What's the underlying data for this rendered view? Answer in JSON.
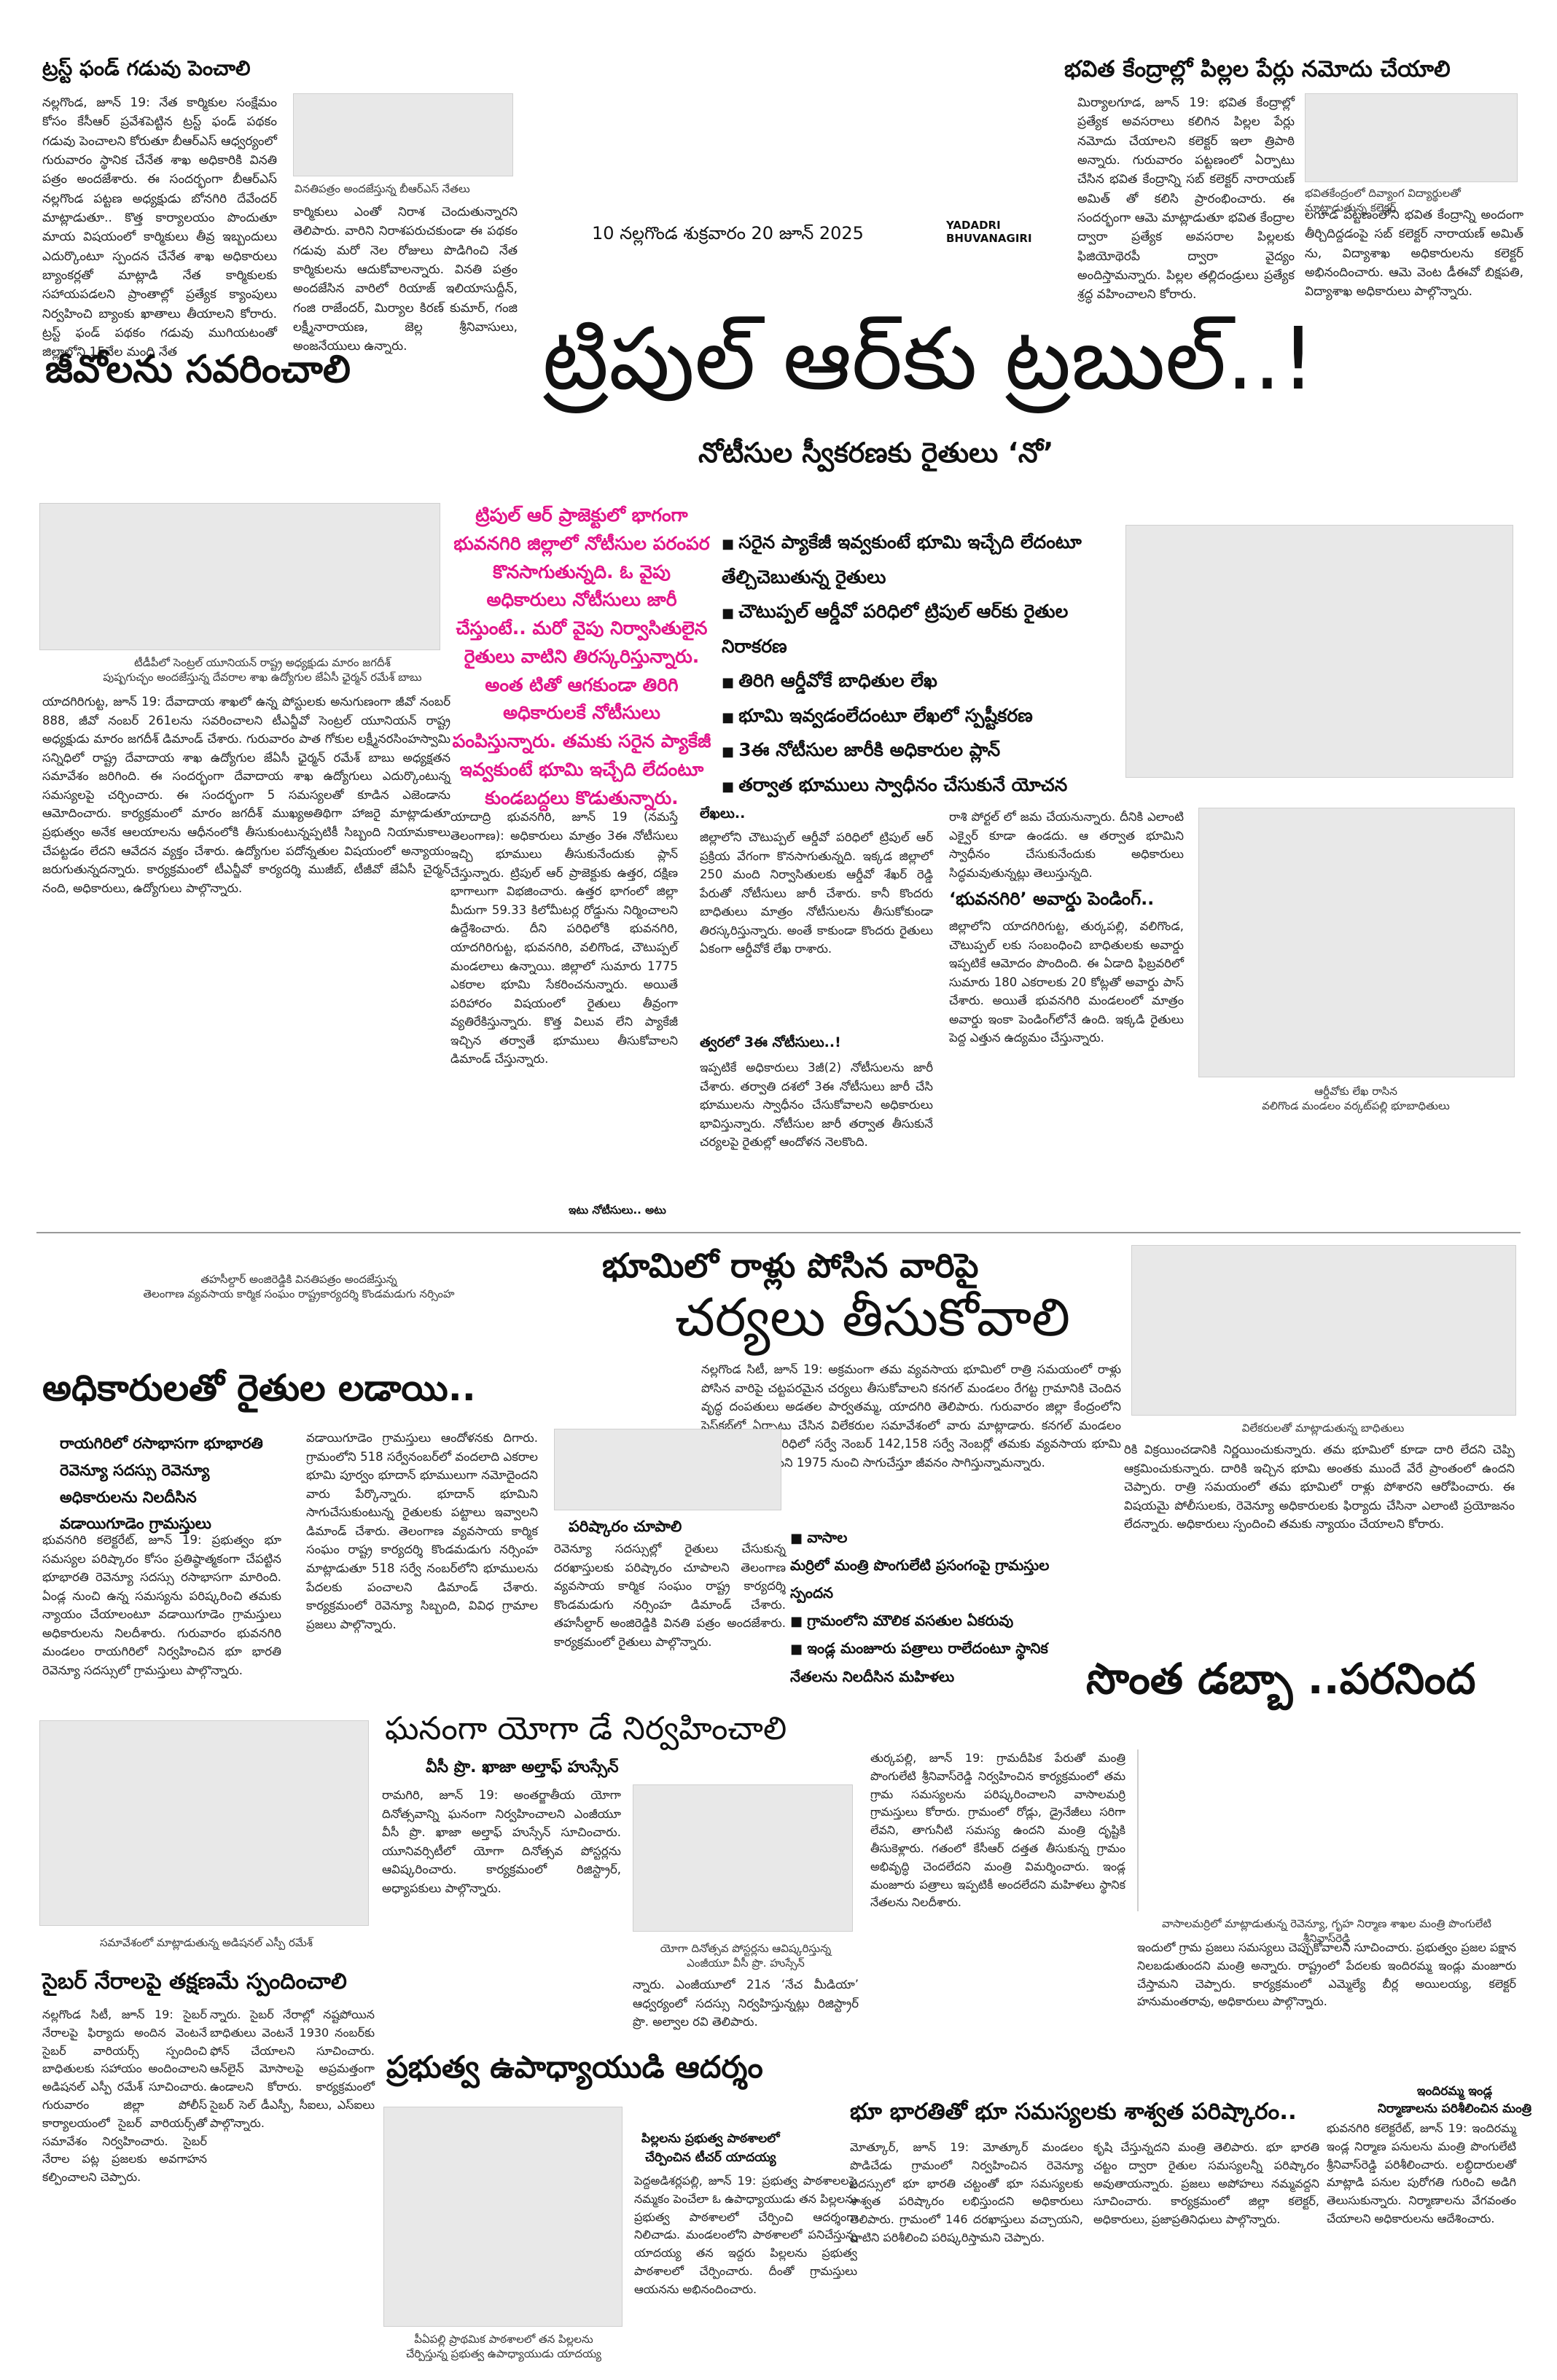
{
  "masthead": {
    "page_no": "10",
    "district": "నల్లగొండ",
    "date": "శుక్రవారం 20 జూన్ 2025",
    "section_line1": "YADADRI",
    "section_line2": "BHUVANAGIRI"
  },
  "story_trust_fund": {
    "headline": "ట్రస్ట్ ఫండ్ గడువు పెంచాలి",
    "text": "నల్లగొండ, జూన్ 19: నేత కార్మికుల సంక్షేమం కోసం కేసీఆర్ ప్రవేశపెట్టిన ట్రస్ట్ ఫండ్ పథకం గడువు పెంచాలని కోరుతూ బీఆర్ఎస్ ఆధ్వర్యంలో గురువారం స్థానిక చేనేత శాఖ అధికారికి వినతి పత్రం అందజేశారు. ఈ సందర్భంగా బీఆర్ఎస్ నల్లగొండ పట్టణ అధ్యక్షుడు బోనగిరి దేవేందర్ మాట్లాడుతూ.. కొత్త కార్యాలయం పొందుతూ మాయ విషయంలో కార్మికులు తీవ్ర ఇబ్బందులు ఎదుర్కొంటూ స్పందన చేనేత శాఖ అధికారులు బ్యాంకర్లతో మాట్లాడి నేత కార్మికులకు సహాయపడలని ప్రాంతాల్లో ప్రత్యేక క్యాంపులు నిర్వహించి బ్యాంకు ఖాతాలు తీయాలని కోరారు. ట్రస్ట్ ఫండ్ పథకం గడువు ముగియటంతో జిల్లాలోని 15వేల మంది నేత",
    "caption": "వినతిపత్రం అందజేస్తున్న బీఆర్ఎస్ నేతలు",
    "text2": "కార్మికులు ఎంతో నిరాశ చెందుతున్నారని తెలిపారు. వారిని నిరాశపరుచకుండా ఈ పథకం గడువు మరో నెల రోజులు పొడిగించి నేత కార్మికులను ఆదుకోవాలన్నారు. వినతి పత్రం అందజేసిన వారిలో రియాజ్ ఇలియాసుద్దీన్, గంజి రాజేందర్, మిర్యాల కిరణ్ కుమార్, గంజి లక్ష్మీనారాయణ, జెల్ల శ్రీనివాసులు, అంజనేయులు ఉన్నారు."
  },
  "story_birth_register": {
    "headline": "భవిత కేంద్రాల్లో పిల్లల పేర్లు నమోదు చేయాలి",
    "text": "మిర్యాలగూడ, జూన్ 19: భవిత కేంద్రాల్లో ప్రత్యేక అవసరాలు కలిగిన పిల్లల పేర్లు నమోదు చేయాలని కలెక్టర్ ఇలా త్రిపాఠి అన్నారు. గురువారం పట్టణంలో ఏర్పాటు చేసిన భవిత కేంద్రాన్ని సబ్ కలెక్టర్ నారాయణ్ అమిత్ తో కలిసి ప్రారంభించారు. ఈ సందర్భంగా ఆమె మాట్లాడుతూ భవిత కేంద్రాల ద్వారా ప్రత్యేక అవసరాల పిల్లలకు ఫిజియోథెరపీ ద్వారా వైద్యం అందిస్తామన్నారు. పిల్లల తల్లిదండ్రులు ప్రత్యేక శ్రద్ధ వహించాలని కోరారు.",
    "caption": "భవితకేంద్రంలో దివ్యాంగ విద్యార్థులతో మాట్లాడుతున్న కలెక్టర్",
    "text2": "లగూడ పట్టణంలోని భవిత కేంద్రాన్ని అందంగా తీర్చిదిద్దడంపై సబ్ కలెక్టర్ నారాయణ్ అమిత్ ను, విద్యాశాఖ అధికారులను కలెక్టర్ అభినందించారు. ఆమె వెంట డీఈవో బిక్షపతి, విద్యాశాఖ అధికారులు పాల్గొన్నారు."
  },
  "lead": {
    "kicker": "జీవోలను సవరించాలి",
    "headline": "ట్రిపుల్ ఆర్‌కు ట్రబుల్..!",
    "subheadline": "నోటీసుల స్వీకరణకు రైతులు ‘నో’",
    "pink_box": "ట్రిపుల్ ఆర్ ప్రాజెక్టులో భాగంగా భువనగిరి జిల్లాలో నోటీసుల పరంపర కొనసాగుతున్నది. ఓ వైపు అధికారులు నోటీసులు జారీ చేస్తుంటే.. మరో వైపు నిర్వాసితులైన రైతులు వాటిని తిరస్కరిస్తున్నారు. అంత టితో ఆగకుండా తిరిగి అధికారులకే నోటీసులు పంపిస్తున్నారు. తమకు సరైన ప్యాకేజీ ఇవ్వకుంటే భూమి ఇచ్చేది లేదంటూ కుండబద్దలు కొడుతున్నారు.",
    "bullets": [
      "సరైన ప్యాకేజీ ఇవ్వకుంటే భూమి ఇచ్చేది లేదంటూ తేల్చిచెబుతున్న రైతులు",
      "చౌటుప్పల్ ఆర్డీవో పరిధిలో ట్రిపుల్ ఆర్‌కు రైతుల నిరాకరణ",
      "తిరిగి ఆర్డీవోకే బాధితుల లేఖ",
      "భూమి ఇవ్వడంలేదంటూ లేఖలో స్పష్టీకరణ",
      "3ఈ నోటీసుల జారీకి అధికారుల ప్లాన్",
      "తర్వాత భూములు స్వాధీనం చేసుకునే యోచన"
    ],
    "col1": "యాదాద్రి భువనగిరి, జూన్ 19 (నమస్తే తెలంగాణ): అధికారులు మాత్రం 3ఈ నోటీసులు ఇచ్చి భూములు తీసుకునేందుకు ప్లాన్ చేస్తున్నారు. ట్రిపుల్ ఆర్ ప్రాజెక్టుకు ఉత్తర, దక్షిణ భాగాలుగా విభజించారు. ఉత్తర భాగంలో జిల్లా మీదుగా 59.33 కిలోమీటర్ల రోడ్డును నిర్మించాలని ఉద్దేశించారు. దీని పరిధిలోకి భువనగిరి, యాదగిరిగుట్ట, భువనగిరి, వలిగొండ, చౌటుప్పల్ మండలాలు ఉన్నాయి. జిల్లాలో సుమారు 1775 ఎకరాల భూమి సేకరించనున్నారు. అయితే పరిహారం విషయంలో రైతులు తీవ్రంగా వ్యతిరేకిస్తున్నారు. కొత్త విలువ లేని ప్యాకేజీ ఇచ్చిన తర్వాతే భూములు తీసుకోవాలని డిమాండ్ చేస్తున్నారు.",
    "col1_tail": "ఇటు నోటీసులు.. అటు",
    "col2_head": "లేఖలు..",
    "col2": "జిల్లాలోని చౌటుప్పల్ ఆర్డీవో పరిధిలో ట్రిపుల్ ఆర్ ప్రక్రియ వేగంగా కొనసాగుతున్నది. ఇక్కడ జిల్లాలో 250 మంది నిర్వాసితులకు ఆర్డీవో శేఖర్ రెడ్డి పేరుతో నోటీసులు జారీ చేశారు. కానీ కొందరు బాధితులు మాత్రం నోటీసులను తీసుకోకుండా తిరస్కరిస్తున్నారు. అంతే కాకుండా కొందరు రైతులు ఏకంగా ఆర్డీవోకే లేఖ రాశారు.",
    "col2_head2": "త్వరలో 3ఈ నోటీసులు..!",
    "col2b": "ఇప్పటికే అధికారులు 3జీ(2) నోటీసులను జారీ చేశారు. తర్వాతి దశలో 3ఈ నోటీసులు జారీ చేసి భూములను స్వాధీనం చేసుకోవాలని అధికారులు భావిస్తున్నారు. నోటీసుల జారీ తర్వాత తీసుకునే చర్యలపై రైతుల్లో ఆందోళన నెలకొంది.",
    "col3": "రాశి పోర్టల్ లో జమ చేయనున్నారు. దీనికి ఎలాంటి ఎక్వైర్ కూడా ఉండదు. ఆ తర్వాత భూమిని స్వాధీనం చేసుకునేందుకు అధికారులు సిద్ధమవుతున్నట్లు తెలుస్తున్నది.",
    "col3_head": "‘భువనగిరి’ అవార్డు పెండింగ్..",
    "col3b": "జిల్లాలోని యాదగిరిగుట్ట, తుర్కపల్లి, వలిగొండ, చౌటుప్పల్ లకు సంబంధించి బాధితులకు అవార్డు ఇప్పటికే ఆమోదం పొందింది. ఈ ఏడాది ఫిబ్రవరిలో సుమారు 180 ఎకరాలకు 20 కోట్లతో అవార్డు పాస్ చేశారు. అయితే భువనగిరి మండలంలో మాత్రం అవార్డు ఇంకా పెండింగ్‌లోనే ఉంది. ఇక్కడి రైతులు పెద్ద ఎత్తున ఉద్యమం చేస్తున్నారు.",
    "photo_caption_l1": "ఆర్డీవోకు లేఖ రాసిన",
    "photo_caption_l2": "వలిగొండ మండలం వర్కట్‌పల్లి భూబాధితులు",
    "left_caption_l1": "టీడీపీలో సెంట్రల్ యూనియన్ రాష్ట్ర అధ్యక్షుడు మారం జగదీశ్",
    "left_caption_l2": "పుష్పగుచ్ఛం అందజేస్తున్న దేవరాల శాఖ ఉద్యోగుల జేఏసీ ఛైర్మన్ రమేశ్ బాబు",
    "left_text": "యాదగిరిగుట్ట, జూన్ 19: దేవాదాయ శాఖలో ఉన్న పోస్టులకు అనుగుణంగా జీవో నంబర్ 888, జీవో నంబర్ 261లను సవరించాలని టీఎన్జీవో సెంట్రల్ యూనియన్ రాష్ట్ర అధ్యక్షుడు మారం జగదీశ్ డిమాండ్ చేశారు. గురువారం పాత గోకుల లక్ష్మీనరసింహస్వామి సన్నిధిలో రాష్ట్ర దేవాదాయ శాఖ ఉద్యోగుల జేఏసీ ఛైర్మన్ రమేశ్ బాబు అధ్యక్షతన సమావేశం జరిగింది. ఈ సందర్భంగా దేవాదాయ శాఖ ఉద్యోగులు ఎదుర్కొంటున్న సమస్యలపై చర్చించారు. ఈ సందర్భంగా 5 సమస్యలతో కూడిన ఎజెండాను ఆమోదించారు. కార్యక్రమంలో మారం జగదీశ్ ముఖ్యఅతిథిగా హాజరై మాట్లాడుతూ ప్రభుత్వం అనేక ఆలయాలను ఆధీనంలోకి తీసుకుంటున్నప్పటికీ సిబ్బంది నియామకాలు చేపట్టడం లేదని ఆవేదన వ్యక్తం చేశారు. ఉద్యోగుల పదోన్నతుల విషయంలో అన్యాయం జరుగుతున్నదన్నారు. కార్యక్రమంలో టీఎన్జీవో కార్యదర్శి ముజీబ్, టీజీవో జేఏసీ చైర్మన్ నంది, అధికారులు, ఉద్యోగులు పాల్గొన్నారు."
  },
  "story_rocks": {
    "headline_l1": "భూమిలో రాళ్లు పోసిన వారిపై",
    "headline_l2": "చర్యలు తీసుకోవాలి",
    "text": "నల్లగొండ సిటీ, జూన్ 19: అక్రమంగా తమ వ్యవసాయ భూమిలో రాత్రి సమయంలో రాళ్లు పోసిన వారిపై చట్టపరమైన చర్యలు తీసుకోవాలని కనగల్ మండలం రేగట్ట గ్రామానికి చెందిన వృద్ధ దంపతులు అడతల పార్వతమ్మ, యాదగిరి తెలిపారు. గురువారం జిల్లా కేంద్రంలోని ప్రెస్‌క్లబ్‌లో ఏర్పాటు చేసిన విలేకరుల సమావేశంలో వారు మాట్లాడారు. కనగల్ మండలం రేగట్ట రెవెన్యూ పరిధిలో సర్వే నెంబర్ 142,158 సర్వే నెంబర్లో తమకు వ్యవసాయ భూమి ఉందని, ఆ భూమిని 1975 నుంచి సాగుచేస్తూ జీవనం సాగిస్తున్నామన్నారు.",
    "caption": "విలేకరులతో మాట్లాడుతున్న బాధితులు",
    "text2": "రికి విక్రయించడానికి నిర్ణయించుకున్నారు. తమ భూమిలో కూడా దారి లేదని చెప్పి ఆక్రమించుకున్నారు. దారికి ఇచ్చిన భూమి అంతకు ముందే వేరే ప్రాంతంలో ఉందని చెప్పారు. రాత్రి సమయంలో తమ భూమిలో రాళ్లు పోశారని ఆరోపించారు. ఈ విషయమై పోలీసులకు, రెవెన్యూ అధికారులకు ఫిర్యాదు చేసినా ఎలాంటి ప్రయోజనం లేదన్నారు. అధికారులు స్పందించి తమకు న్యాయం చేయాలని కోరారు."
  },
  "story_officials": {
    "caption_l1": "తహసీల్దార్ అంజిరెడ్డికి వినతిపత్రం అందజేస్తున్న",
    "caption_l2": "తెలంగాణ వ్యవసాయ కార్మిక సంఘం రాష్ట్రకార్యదర్శి కొండమడుగు నర్సింహ",
    "headline": "అధికారులతో రైతుల లడాయి..",
    "subhead": "రాయగిరిలో రసాభాసగా భూభారతి రెవెన్యూ సదస్సు రెవెన్యూ అధికారులను నిలదీసిన వడాయిగూడెం గ్రామస్తులు",
    "text": "భువనగిరి కలెక్టరేట్, జూన్ 19: ప్రభుత్వం భూ సమస్యల పరిష్కారం కోసం ప్రతిష్ఠాత్మకంగా చేపట్టిన భూభారతి రెవెన్యూ సదస్సు రసాభాసగా మారింది. ఏండ్ల నుంచి ఉన్న సమస్యను పరిష్కరించి తమకు న్యాయం చేయాలంటూ వడాయిగూడెం గ్రామస్తులు అధికారులను నిలదీశారు. గురువారం భువనగిరి మండలం రాయగిరిలో నిర్వహించిన భూ భారతి రెవెన్యూ సదస్సులో గ్రామస్తులు పాల్గొన్నారు.",
    "text2": "వడాయిగూడెం గ్రామస్తులు ఆందోళనకు దిగారు. గ్రామంలోని 518 సర్వేనంబర్‌లో వందలాది ఎకరాల భూమి పూర్వం భూదాన్ భూములుగా నమోదైందని వారు పేర్కొన్నారు. భూదాన్ భూమిని సాగుచేసుకుంటున్న రైతులకు పట్టాలు ఇవ్వాలని డిమాండ్ చేశారు. తెలంగాణ వ్యవసాయ కార్మిక సంఘం రాష్ట్ర కార్యదర్శి కొండమడుగు నర్సింహ మాట్లాడుతూ 518 సర్వే నంబర్‌లోని భూములను పేదలకు పంచాలని డిమాండ్ చేశారు. కార్యక్రమంలో రెవెన్యూ సిబ్బంది, వివిధ గ్రామాల ప్రజలు పాల్గొన్నారు.",
    "sub2": "పరిష్కారం చూపాలి",
    "text3": "రెవెన్యూ సదస్సుల్లో రైతులు చేసుకున్న దరఖాస్తులకు పరిష్కారం చూపాలని తెలంగాణ వ్యవసాయ కార్మిక సంఘం రాష్ట్ర కార్యదర్శి కొండమడుగు నర్సింహ డిమాండ్ చేశారు. తహసీల్దార్ అంజిరెడ్డికి వినతి పత్రం అందజేశారు. కార్యక్రమంలో రైతులు పాల్గొన్నారు."
  },
  "story_minister": {
    "b1": "వాసాల",
    "b1b": "మర్రిలో మంత్రి పొంగులేటి ప్రసంగంపై గ్రామస్తుల స్పందన",
    "b2": "గ్రామంలోని మౌలిక వసతుల ఏకరువు",
    "b3": "ఇండ్ల మంజూరు పత్రాలు రాలేదంటూ స్థానిక నేతలను నిలదీసిన మహిళలు",
    "headline": "సొంత డబ్బా ..పరనింద",
    "text": "తుర్కపల్లి, జూన్ 19: గ్రామదీపిక పేరుతో మంత్రి పొంగులేటి శ్రీనివాస్‌రెడ్డి నిర్వహించిన కార్యక్రమంలో తమ గ్రామ సమస్యలను పరిష్కరించాలని వాసాలమర్రి గ్రామస్తులు కోరారు. గ్రామంలో రోడ్లు, డ్రైనేజీలు సరిగా లేవని, తాగునీటి సమస్య ఉందని మంత్రి దృష్టికి తీసుకెళ్లారు. గతంలో కేసీఆర్ దత్తత తీసుకున్న గ్రామం అభివృద్ధి చెందలేదని మంత్రి విమర్శించారు. ఇండ్ల మంజూరు పత్రాలు ఇప్పటికీ అందలేదని మహిళలు స్థానిక నేతలను నిలదీశారు.",
    "caption": "వాసాలమర్రిలో మాట్లాడుతున్న రెవెన్యూ, గృహ నిర్మాణ శాఖల మంత్రి పొంగులేటి శ్రీనివాస్‌రెడ్డి",
    "text2": "ఇందులో గ్రామ ప్రజలు సమస్యలు చెప్పుకోవాలని సూచించారు. ప్రభుత్వం ప్రజల పక్షాన నిలబడుతుందని మంత్రి అన్నారు. రాష్ట్రంలో పేదలకు ఇందిరమ్మ ఇండ్లు మంజూరు చేస్తామని చెప్పారు. కార్యక్రమంలో ఎమ్మెల్యే బీర్ల అయిలయ్య, కలెక్టర్ హనుమంతరావు, అధికారులు పాల్గొన్నారు.",
    "sub2_l1": "ఇందిరమ్మ ఇండ్ల",
    "sub2_l2": "నిర్మాణాలను పరిశీలించిన మంత్రి",
    "text3": "భువనగిరి కలెక్టరేట్, జూన్ 19: ఇందిరమ్మ ఇండ్ల నిర్మాణ పనులను మంత్రి పొంగులేటి శ్రీనివాస్‌రెడ్డి పరిశీలించారు. లబ్ధిదారులతో మాట్లాడి పనుల పురోగతి గురించి అడిగి తెలుసుకున్నారు. నిర్మాణాలను వేగవంతం చేయాలని అధికారులను ఆదేశించారు."
  },
  "story_yoga": {
    "headline": "ఘనంగా యోగా డే నిర్వహించాలి",
    "byline": "వీసీ ప్రొ. ఖాజా అల్తాఫ్ హుస్సేన్",
    "text": "రామగిరి, జూన్ 19: అంతర్జాతీయ యోగా దినోత్సవాన్ని ఘనంగా నిర్వహించాలని ఎంజీయూ వీసీ ప్రొ. ఖాజా అల్తాఫ్ హుస్సేన్ సూచించారు. యూనివర్సిటీలో యోగా దినోత్సవ పోస్టర్లను ఆవిష్కరించారు. కార్యక్రమంలో రిజిస్ట్రార్, అధ్యాపకులు పాల్గొన్నారు.",
    "caption_l1": "యోగా దినోత్సవ పోస్టర్లను ఆవిష్కరిస్తున్న",
    "caption_l2": "ఎంజీయూ వీసీ ప్రొ. హుస్సేన్",
    "text2": "న్నారు. ఎంజీయూలో 21న ‘నేచ మీడియా’ ఆధ్వర్యంలో సదస్సు నిర్వహిస్తున్నట్లు రిజిస్ట్రార్ ప్రొ. అల్వాల రవి తెలిపారు."
  },
  "story_cyber": {
    "caption": "సమావేశంలో మాట్లాడుతున్న అడిషనల్ ఎస్పీ రమేశ్",
    "headline": "సైబర్ నేరాలపై తక్షణమే స్పందించాలి",
    "text": "నల్లగొండ సిటీ, జూన్ 19: సైబర్ నేరాలపై ఫిర్యాదు అందిన వెంటనే సైబర్ వారియర్స్ స్పందించి బాధితులకు సహాయం అందించాలని అడిషనల్ ఎస్పీ రమేశ్ సూచించారు. గురువారం జిల్లా పోలీస్ కార్యాలయంలో సైబర్ వారియర్స్‌తో సమావేశం నిర్వహించారు. సైబర్ నేరాల పట్ల ప్రజలకు అవగాహన కల్పించాలని చెప్పారు.",
    "text2": "న్నారు. సైబర్ నేరాల్లో నష్టపోయిన బాధితులు వెంటనే 1930 నంబర్‌కు ఫోన్ చేయాలని సూచించారు. ఆన్‌లైన్ మోసాలపై అప్రమత్తంగా ఉండాలని కోరారు. కార్యక్రమంలో సైబర్ సెల్ డీఎస్పీ, సీఐలు, ఎస్‌ఐలు పాల్గొన్నారు."
  },
  "story_teacher": {
    "headline": "ప్రభుత్వ ఉపాధ్యాయుడి ఆదర్శం",
    "subhead_l1": "పిల్లలను ప్రభుత్వ పాఠశాలలో",
    "subhead_l2": "చేర్పించిన టీచర్ యాదయ్య",
    "text": "పెద్దఅడిశర్లపల్లి, జూన్ 19: ప్రభుత్వ పాఠశాలలపై నమ్మకం పెంచేలా ఓ ఉపాధ్యాయుడు తన పిల్లలను ప్రభుత్వ పాఠశాలలో చేర్పించి ఆదర్శంగా నిలిచాడు. మండలంలోని పాఠశాలలో పనిచేస్తున్న యాదయ్య తన ఇద్దరు పిల్లలను ప్రభుత్వ పాఠశాలలో చేర్పించారు. దీంతో గ్రామస్తులు ఆయనను అభినందించారు.",
    "caption_l1": "పీఏపల్లి ప్రాథమిక పాఠశాలలో తన పిల్లలను",
    "caption_l2": "చేర్పిస్తున్న ప్రభుత్వ ఉపాధ్యాయుడు యాదయ్య"
  },
  "story_bhubharathi": {
    "headline": "భూ భారతితో భూ సమస్యలకు శాశ్వత పరిష్కారం..",
    "text": "మోత్కూర్, జూన్ 19: మోత్కూర్ మండలం పొడిచేడు గ్రామంలో నిర్వహించిన రెవెన్యూ సదస్సులో భూ భారతి చట్టంతో భూ సమస్యలకు శాశ్వత పరిష్కారం లభిస్తుందని అధికారులు తెలిపారు. గ్రామంలో 146 దరఖాస్తులు వచ్చాయని, వాటిని పరిశీలించి పరిష్కరిస్తామని చెప్పారు.",
    "text2": "కృషి చేస్తున్నదని మంత్రి తెలిపారు. భూ భారతి చట్టం ద్వారా రైతుల సమస్యలన్నీ పరిష్కారం అవుతాయన్నారు. ప్రజలు అపోహలు నమ్మవద్దని సూచించారు. కార్యక్రమంలో జిల్లా కలెక్టర్, అధికారులు, ప్రజాప్రతినిధులు పాల్గొన్నారు."
  }
}
